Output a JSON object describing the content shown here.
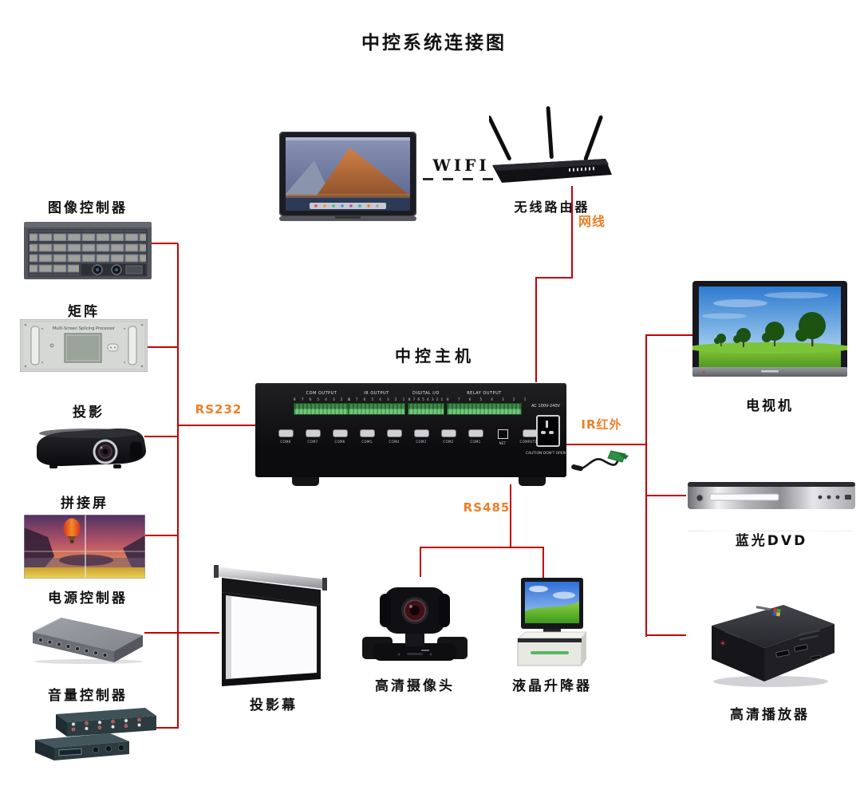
{
  "title": "中控系统连接图",
  "colors": {
    "line_red": "#c40000",
    "label_orange": "#ee7e28"
  },
  "connections": {
    "wifi": "WIFI",
    "net_cable": "网线",
    "rs232": "RS232",
    "rs485": "RS485",
    "ir": "IR红外"
  },
  "host": {
    "title": "中控主机",
    "sections": [
      {
        "label": "COM OUTPUT",
        "pins": "8 7 6 5 4 3 2 1"
      },
      {
        "label": "IR OUTPUT",
        "pins": "8 7 6 5 4 3 2 1"
      },
      {
        "label": "DIGITAL I/O",
        "pins": "8 7 6 5 4 3 2 1"
      },
      {
        "label": "RELAY OUTPUT",
        "pins": "8 7 6 5 4 3 2 1"
      }
    ],
    "ports": [
      "COM8",
      "COM7",
      "COM6",
      "COM5",
      "COM4",
      "COM3",
      "COM2",
      "COM1",
      "NET",
      "COMPUTER"
    ],
    "power_label": "AC 100V-240V",
    "caution_label": "CAUTION DON'T OPEN"
  },
  "devices": {
    "image_controller": {
      "label": "图像控制器"
    },
    "matrix": {
      "label": "矩阵",
      "panel_text": "Multi-Screen Splicing Processor"
    },
    "projector": {
      "label": "投影"
    },
    "splicing_screen": {
      "label": "拼接屏"
    },
    "power_controller": {
      "label": "电源控制器"
    },
    "volume_controller": {
      "label": "音量控制器"
    },
    "wireless_router": {
      "label": "无线路由器"
    },
    "tv": {
      "label": "电视机"
    },
    "bluray_dvd": {
      "label": "蓝光DVD"
    },
    "hd_player": {
      "label": "高清播放器"
    },
    "projection_screen": {
      "label": "投影幕"
    },
    "hd_camera": {
      "label": "高清摄像头"
    },
    "lcd_lifter": {
      "label": "液晶升降器"
    }
  }
}
